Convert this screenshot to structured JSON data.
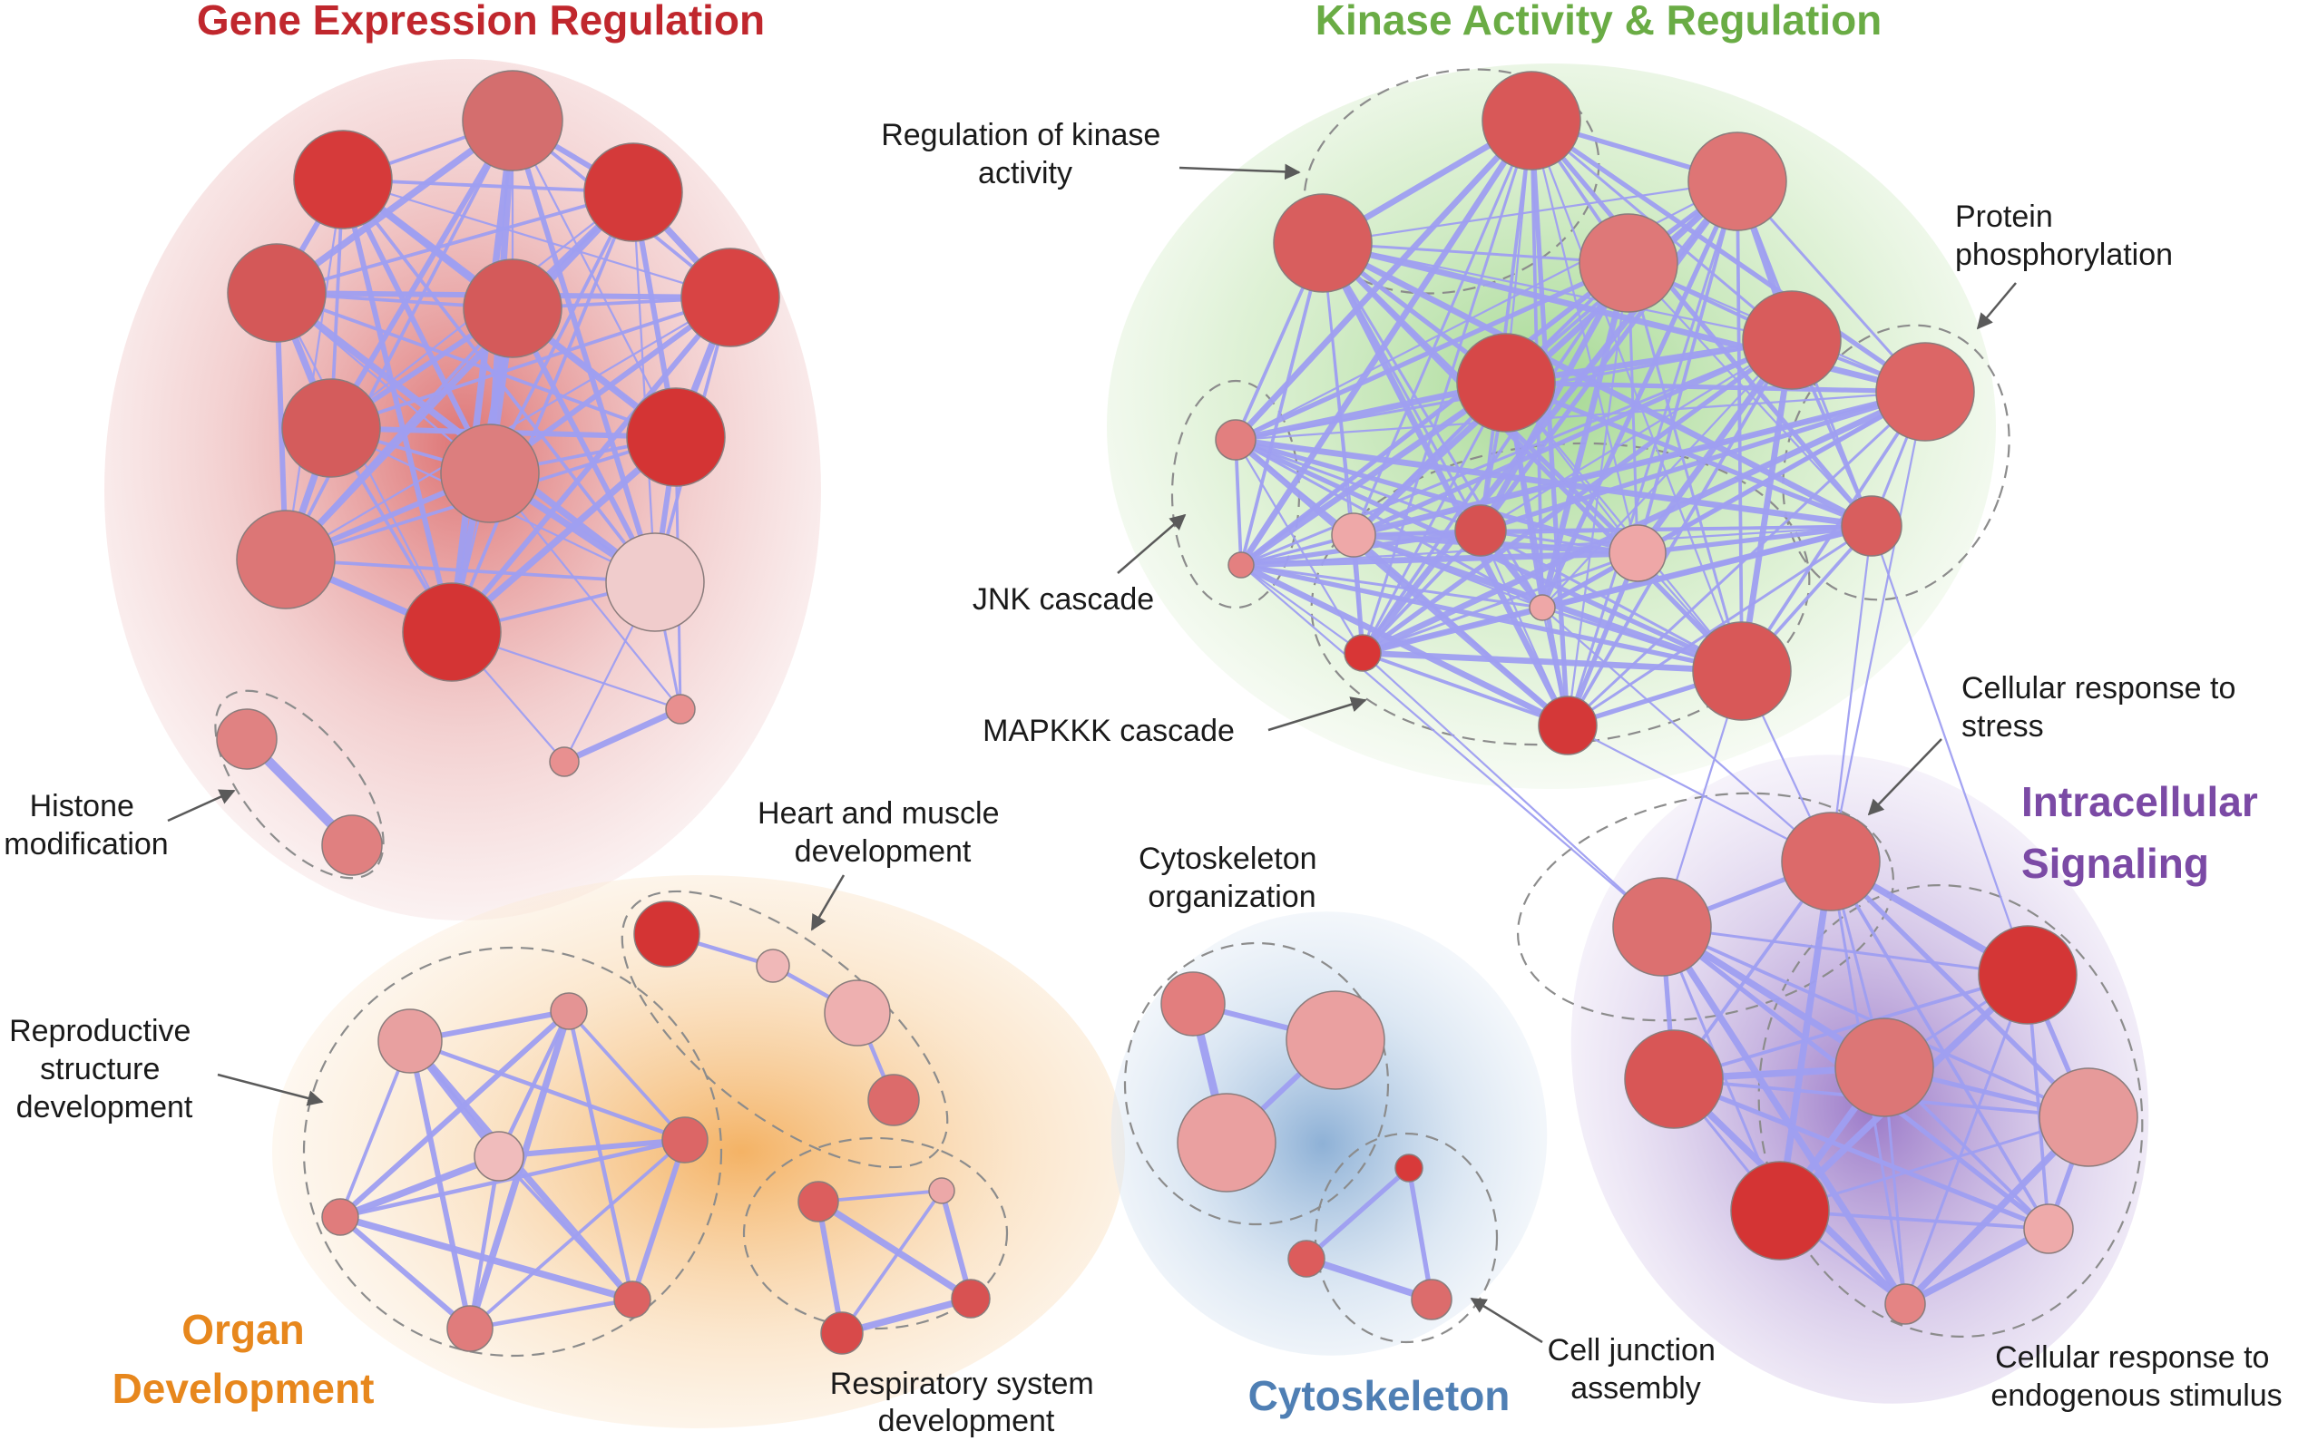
{
  "colors": {
    "edge": "#9f9ff2",
    "gene_expression": "#c0272d",
    "kinase": "#6aac45",
    "organ": "#e7871d",
    "cytoskeleton": "#4f7fb4",
    "intracellular": "#7b4aa5"
  },
  "clusters": {
    "gene_expression": {
      "title": "Gene Expression Regulation"
    },
    "kinase": {
      "title": "Kinase Activity & Regulation"
    },
    "organ": {
      "title_line1": "Organ",
      "title_line2": "Development"
    },
    "cytoskeleton": {
      "title": "Cytoskeleton"
    },
    "intracellular": {
      "title_line1": "Intracellular",
      "title_line2": "Signaling"
    }
  },
  "annotations": {
    "histone": [
      "Histone",
      "modification"
    ],
    "regulation_kinase": [
      "Regulation of kinase",
      "activity"
    ],
    "protein_phos": [
      "Protein",
      "phosphorylation"
    ],
    "jnk": [
      "JNK cascade"
    ],
    "mapkkk": [
      "MAPKKK cascade"
    ],
    "cell_stress": [
      "Cellular response to",
      "stress"
    ],
    "heart_muscle": [
      "Heart and muscle",
      "development"
    ],
    "reproductive": [
      "Reproductive",
      "structure",
      "development"
    ],
    "cytoskeleton_org": [
      "Cytoskeleton",
      "organization"
    ],
    "cell_junction": [
      "Cell junction",
      "assembly"
    ],
    "respiratory": [
      "Respiratory system",
      "development"
    ],
    "endogenous": [
      "Cellular response to",
      "endogenous stimulus"
    ]
  }
}
